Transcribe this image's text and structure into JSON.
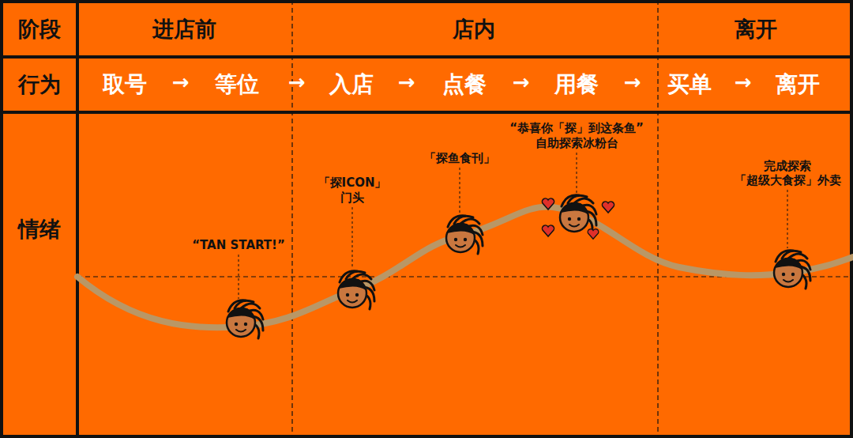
{
  "diagram": {
    "labels": [
      "阶段",
      "进店前",
      "店内",
      "离开",
      "行为",
      "取号",
      "→",
      "等位",
      "→",
      "入店",
      "→",
      "点餐",
      "→",
      "用餐",
      "→",
      "买单",
      "→",
      "离开",
      "情绪",
      "“TAN START!”",
      "「探ICON」",
      "门头",
      "「探鱼食刊」",
      "“恭喜你「探」到这条鱼”",
      "自助探索冰粉台",
      "完成探索",
      "「超级大食探」外卖"
    ]
  }
}
